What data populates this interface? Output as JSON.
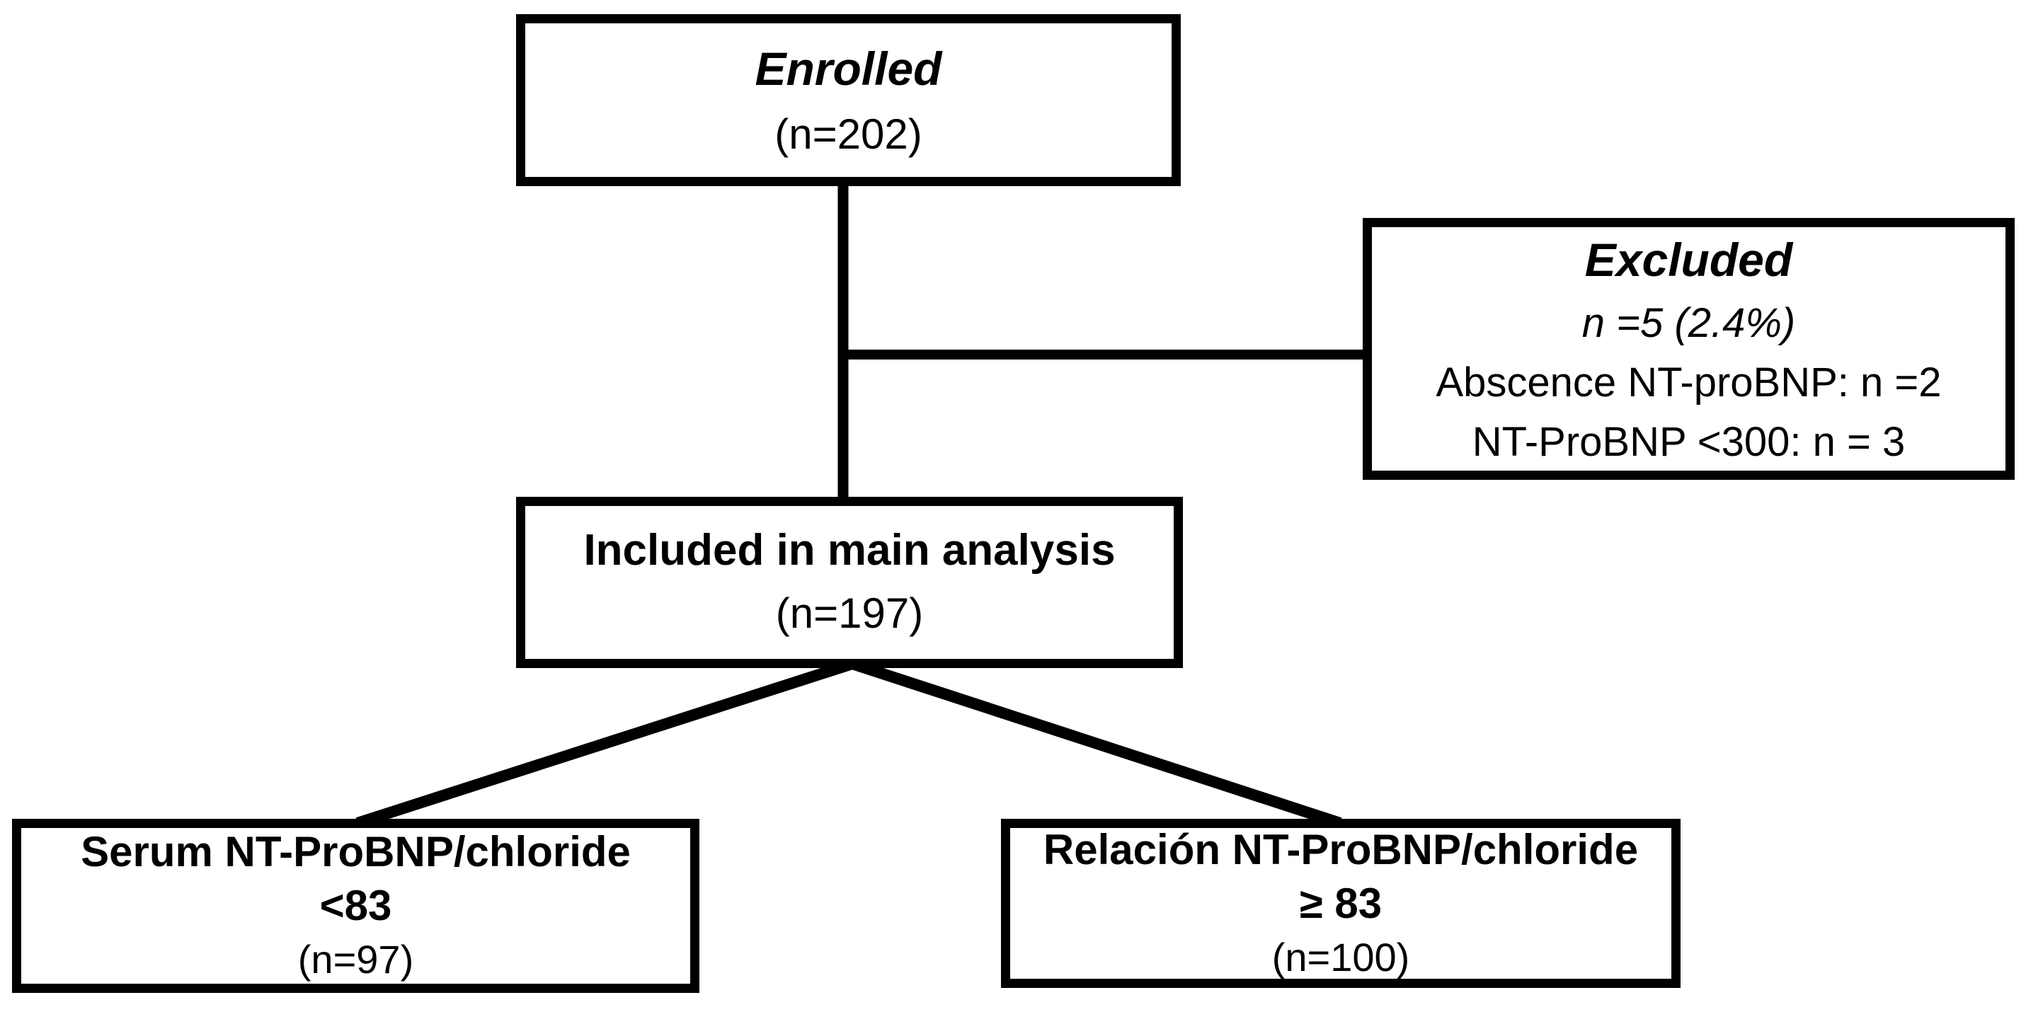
{
  "figure": {
    "type": "study-flow-diagram",
    "background_color": "#ffffff",
    "line_color": "#000000",
    "text_color": "#000000"
  },
  "boxes": {
    "enrolled": {
      "title": "Enrolled",
      "count": "(n=202)"
    },
    "excluded": {
      "title": "Excluded",
      "subtitle": "n =5 (2.4%)",
      "reasons": [
        "Abscence NT-proBNP: n =2",
        "NT-ProBNP <300: n = 3"
      ]
    },
    "included": {
      "title": "Included in main analysis",
      "count": "(n=197)"
    },
    "group_low": {
      "title": "Serum NT-ProBNP/chloride",
      "threshold": "<83",
      "count": "(n=97)"
    },
    "group_high": {
      "title": "Relación NT-ProBNP/chloride",
      "threshold": "≥ 83",
      "count": "(n=100)"
    }
  }
}
